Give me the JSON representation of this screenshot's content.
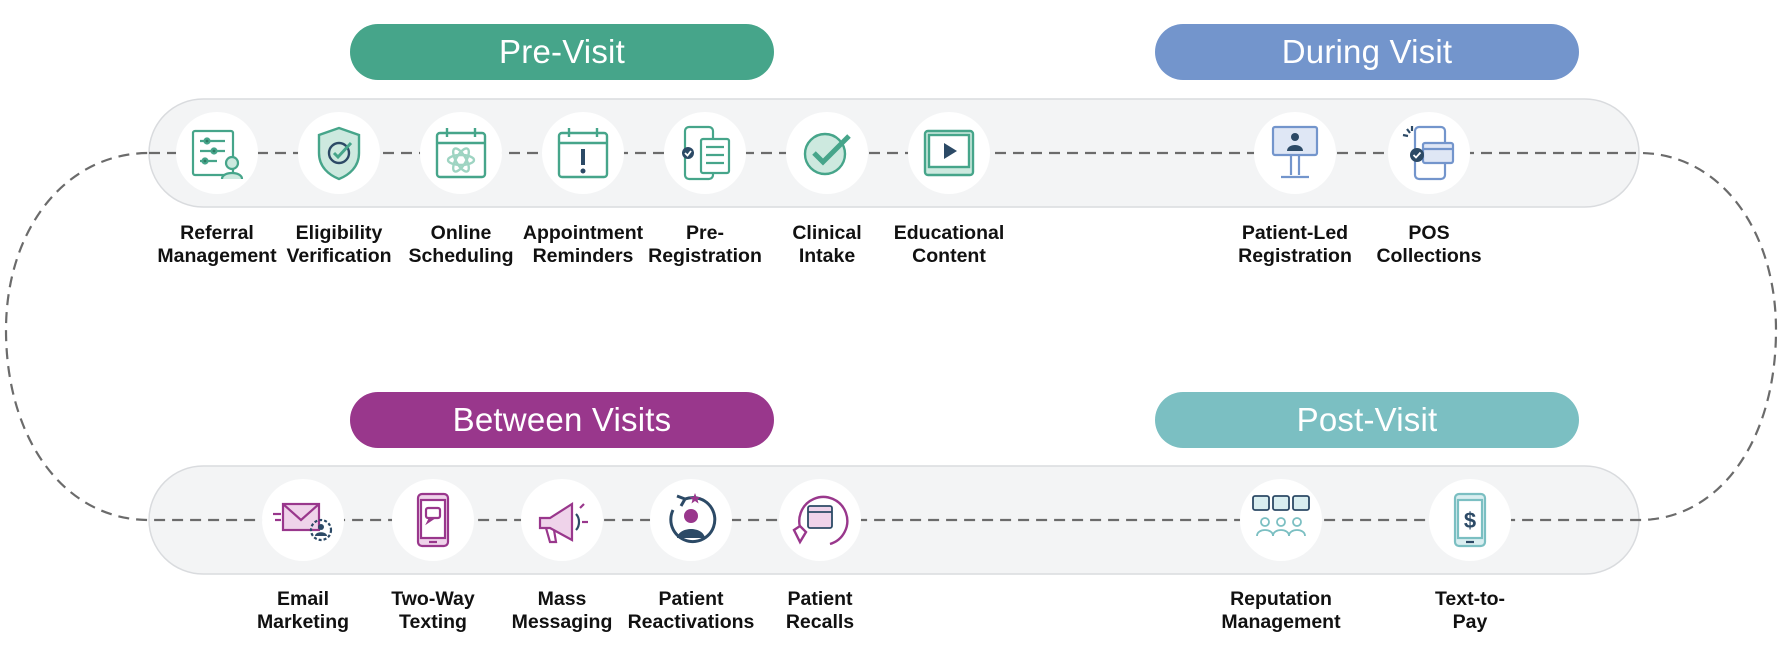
{
  "colors": {
    "pre_visit": "#46a58a",
    "during_visit": "#7395cc",
    "between_visits": "#99378c",
    "post_visit": "#7bbfc2",
    "band": "#f3f4f5",
    "dash": "#6b6b6b"
  },
  "phases": {
    "pre_visit": {
      "label": "Pre-Visit"
    },
    "during_visit": {
      "label": "During Visit"
    },
    "between_visits": {
      "label": "Between Visits"
    },
    "post_visit": {
      "label": "Post-Visit"
    }
  },
  "steps": [
    {
      "label": "Referral\nManagement",
      "icon": "referral-icon",
      "phase": "pre_visit"
    },
    {
      "label": "Eligibility\nVerification",
      "icon": "shield-check-icon",
      "phase": "pre_visit"
    },
    {
      "label": "Online\nScheduling",
      "icon": "calendar-icon",
      "phase": "pre_visit"
    },
    {
      "label": "Appointment\nReminders",
      "icon": "calendar-alert-icon",
      "phase": "pre_visit"
    },
    {
      "label": "Pre-\nRegistration",
      "icon": "phone-form-icon",
      "phase": "pre_visit"
    },
    {
      "label": "Clinical\nIntake",
      "icon": "check-circle-icon",
      "phase": "pre_visit"
    },
    {
      "label": "Educational\nContent",
      "icon": "video-icon",
      "phase": "pre_visit"
    },
    {
      "label": "Patient-Led\nRegistration",
      "icon": "kiosk-icon",
      "phase": "during_visit"
    },
    {
      "label": "POS\nCollections",
      "icon": "payment-phone-icon",
      "phase": "during_visit"
    },
    {
      "label": "Email\nMarketing",
      "icon": "email-icon",
      "phase": "between_visits"
    },
    {
      "label": "Two-Way\nTexting",
      "icon": "sms-phone-icon",
      "phase": "between_visits"
    },
    {
      "label": "Mass\nMessaging",
      "icon": "megaphone-icon",
      "phase": "between_visits"
    },
    {
      "label": "Patient\nReactivations",
      "icon": "user-refresh-icon",
      "phase": "between_visits"
    },
    {
      "label": "Patient\nRecalls",
      "icon": "recall-calendar-icon",
      "phase": "between_visits"
    },
    {
      "label": "Reputation\nManagement",
      "icon": "reviews-icon",
      "phase": "post_visit"
    },
    {
      "label": "Text-to-\nPay",
      "icon": "dollar-phone-icon",
      "phase": "post_visit"
    }
  ]
}
